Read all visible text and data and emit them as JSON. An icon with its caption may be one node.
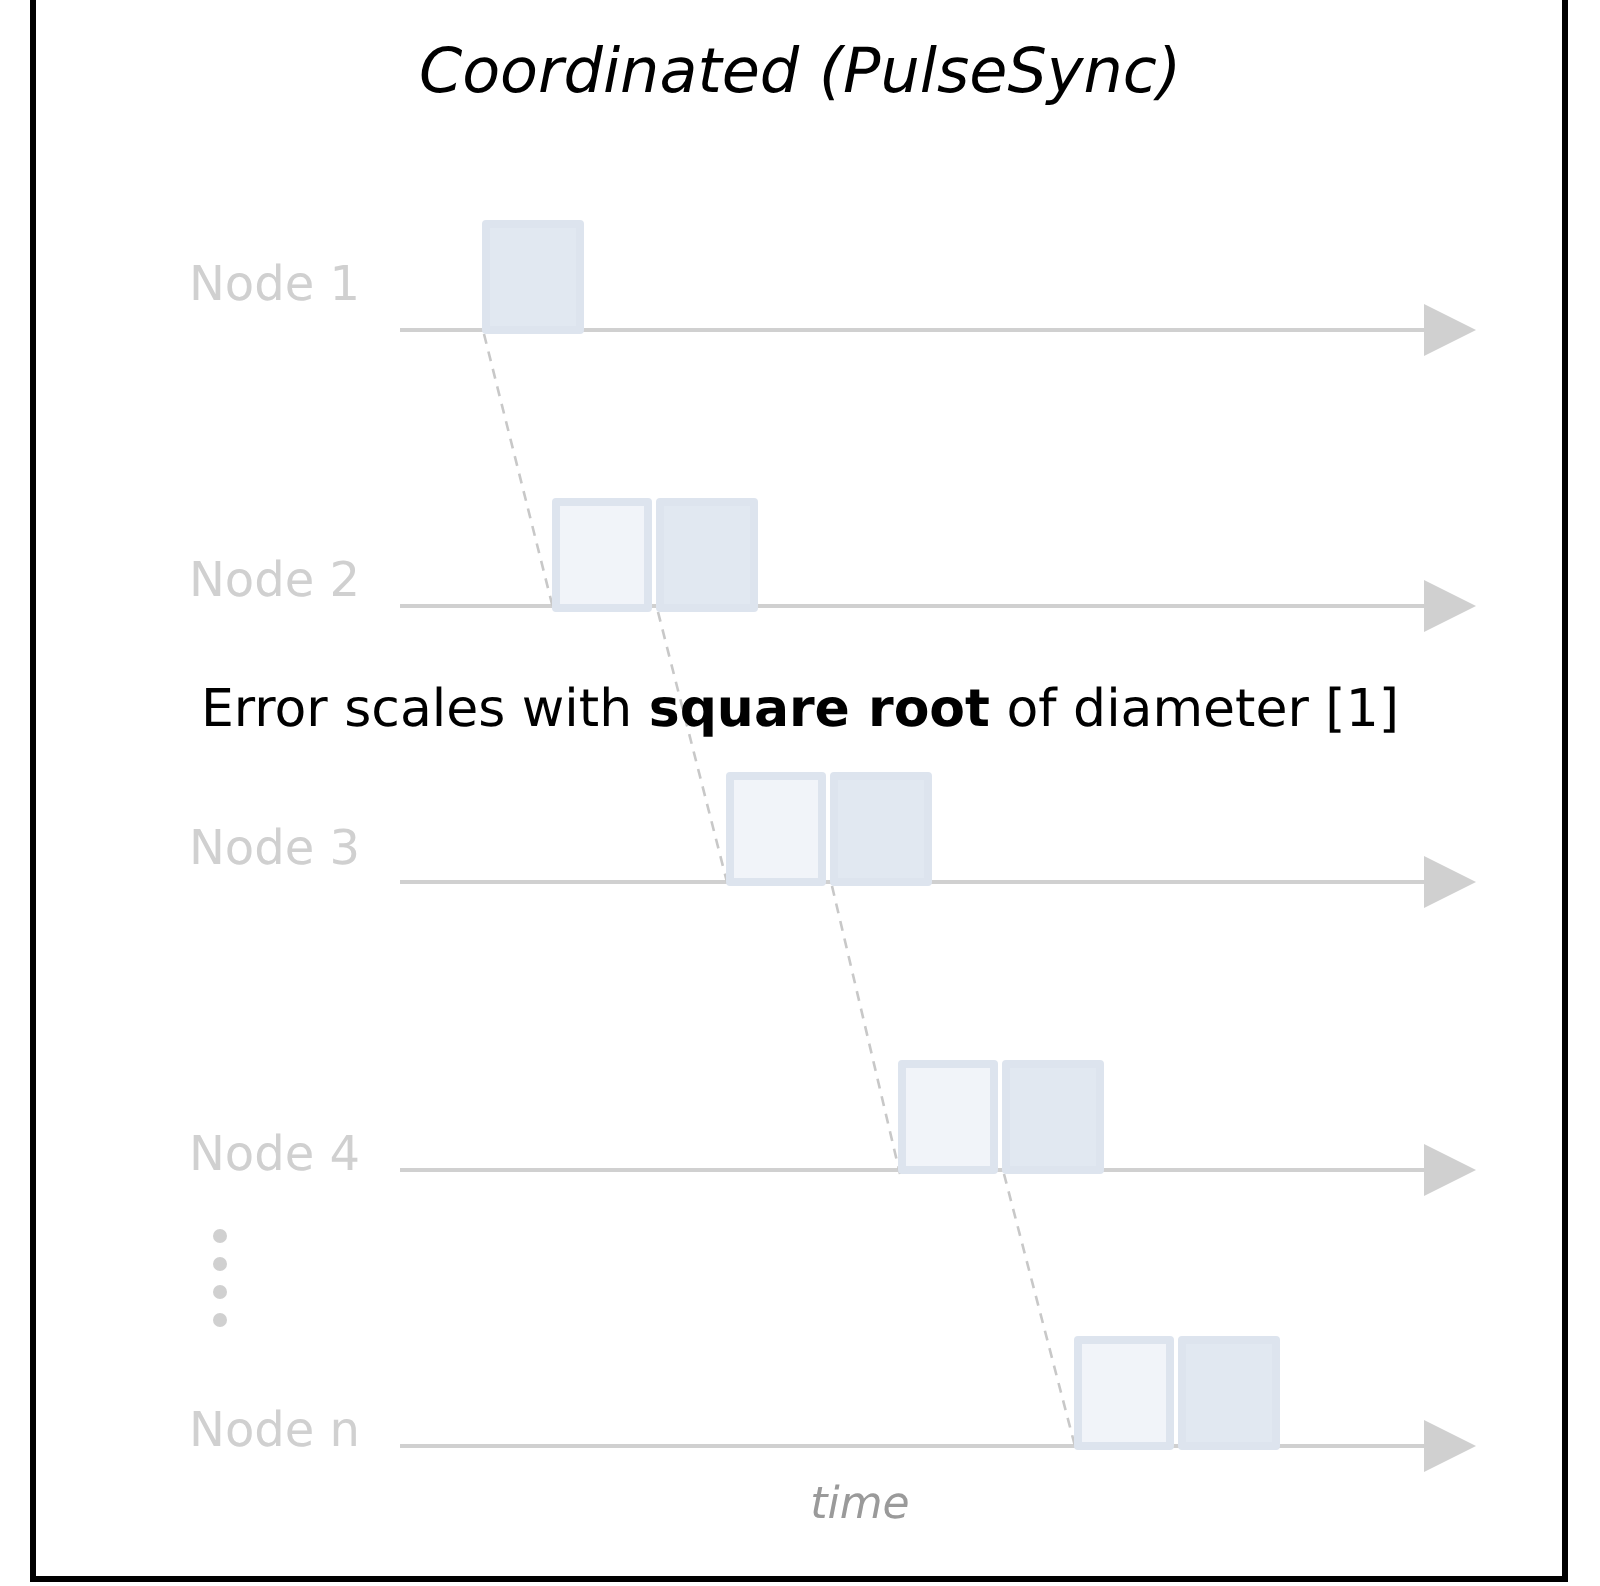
{
  "diagram": {
    "title": "Coordinated (PulseSync)",
    "nodes": [
      {
        "text": [],
        "shape": "box"
      },
      {
        "text": [],
        "shape": "box"
      },
      {
        "text": [],
        "shape": "box"
      },
      {
        "text": [],
        "shape": "box"
      },
      {
        "text": [],
        "shape": "box"
      },
      {
        "text": [],
        "shape": "box"
      },
      {
        "text": [],
        "shape": "box"
      },
      {
        "text": [],
        "shape": "box"
      },
      {
        "text": [],
        "shape": "box"
      }
    ],
    "edges": [
      {
        "from": 0,
        "to": 1,
        "arrow": "none",
        "style": "dashed"
      },
      {
        "from": 2,
        "to": 3,
        "arrow": "none",
        "style": "dashed"
      },
      {
        "from": 4,
        "to": 5,
        "arrow": "none",
        "style": "dashed"
      },
      {
        "from": 6,
        "to": 7,
        "arrow": "none",
        "style": "dashed"
      }
    ],
    "labels": [
      "Node 1",
      "Node 2",
      "Node 3",
      "Error scales with **square root** of diameter [1]",
      "Node 4",
      "Node n",
      "time"
    ]
  }
}
